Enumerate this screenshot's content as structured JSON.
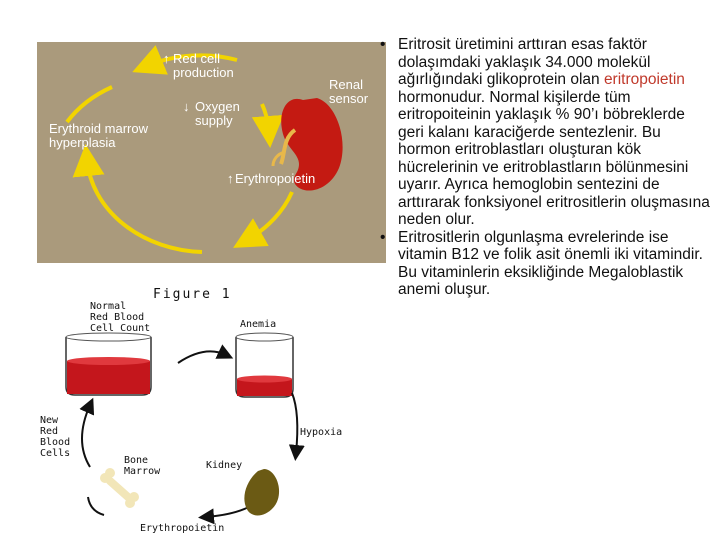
{
  "figure1": {
    "red_cell_production": "Red cell\nproduction",
    "oxygen_supply": "Oxygen\nsupply",
    "renal_sensor": "Renal\nsensor",
    "erythroid_hyperplasia": "Erythroid marrow\nhyperplasia",
    "erythropoietin": "Erythropoietin",
    "arrow_up": "↑",
    "arrow_down": "↓"
  },
  "figure2": {
    "title": "Figure 1",
    "normal_rbc": "Normal\nRed Blood\nCell Count",
    "anemia": "Anemia",
    "hypoxia": "Hypoxia",
    "new_rbc": "New\nRed\nBlood\nCells",
    "bone_marrow": "Bone\nMarrow",
    "kidney": "Kidney",
    "erythropoietin": "Erythropoietin"
  },
  "bullets": {
    "dot": "•",
    "b1_before": "Eritrosit üretimini arttıran esas faktör dolaşımdaki yaklaşık 34.000 molekül ağırlığındaki glikoprotein olan ",
    "b1_highlight": "eritropoietin",
    "b1_after": " hormonudur. Normal kişilerde tüm eritropoiteinin yaklaşık % 90’ı böbreklerde geri kalanı karaciğerde sentezlenir. Bu hormon eritroblastları oluşturan kök hücrelerinin ve eritroblastların bölünmesini uyarır. Ayrıca hemoglobin sentezini de arttırarak fonksiyonel eritrositlerin oluşmasına neden olur.",
    "b2": "Eritrositlerin olgunlaşma evrelerinde ise vitamin B12 ve folik asit önemli iki vitamindir. Bu vitaminlerin eksikliğinde Megaloblastik anemi oluşur."
  }
}
